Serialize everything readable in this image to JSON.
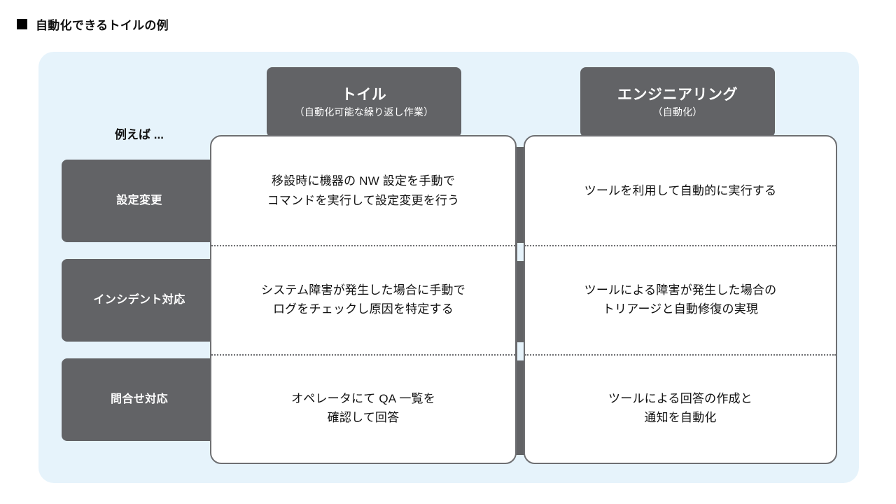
{
  "heading": {
    "bullet_icon": "filled-square-bullet",
    "text": "自動化できるトイルの例"
  },
  "colors": {
    "panel_background": "#e6f3fb",
    "chip_gray": "#626366",
    "card_border": "#6e6f72",
    "card_background": "#ffffff",
    "text": "#111111"
  },
  "diagram": {
    "example_note": "例えば ...",
    "columns": [
      {
        "title": "トイル",
        "subtitle": "（自動化可能な繰り返し作業）"
      },
      {
        "title": "エンジニアリング",
        "subtitle": "（自動化）"
      }
    ],
    "rows": [
      {
        "label": "設定変更",
        "toil": "移設時に機器の NW 設定を手動で\nコマンドを実行して設定変更を行う",
        "toil_line1": "移設時に機器の NW 設定を手動で",
        "toil_line2": "コマンドを実行して設定変更を行う",
        "engineering_line1": "ツールを利用して自動的に実行する",
        "engineering_line2": ""
      },
      {
        "label": "インシデント\n対応",
        "label_line1": "インシデント",
        "label_line2": "対応",
        "toil_line1": "システム障害が発生した場合に手動で",
        "toil_line2": "ログをチェックし原因を特定する",
        "engineering_line1": "ツールによる障害が発生した場合の",
        "engineering_line2": "トリアージと自動修復の実現"
      },
      {
        "label": "問合せ対応",
        "toil_line1": "オペレータにて QA 一覧を",
        "toil_line2": "確認して回答",
        "engineering_line1": "ツールによる回答の作成と",
        "engineering_line2": "通知を自動化"
      }
    ]
  }
}
